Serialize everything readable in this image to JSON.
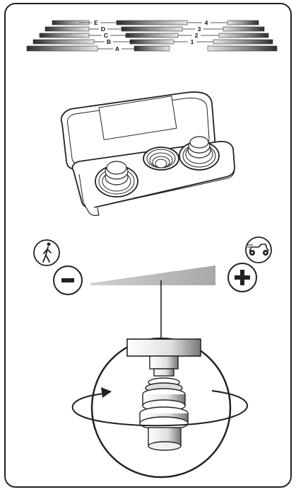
{
  "scale_labels": {
    "left": [
      "E",
      "D",
      "C",
      "B",
      "A"
    ],
    "right": [
      "4",
      "3",
      "2",
      "1"
    ]
  },
  "icons": {
    "walker": "walking-person-icon",
    "minus": "minus-icon",
    "vehicle": "off-road-vehicle-icon",
    "plus": "plus-icon",
    "rotate": "rotate-arrow-icon"
  },
  "colors": {
    "outline": "#222222",
    "wedge": "#b3b3b3",
    "stripe_dark": "#3a3a3a",
    "stripe_light": "#d9d9d9"
  }
}
